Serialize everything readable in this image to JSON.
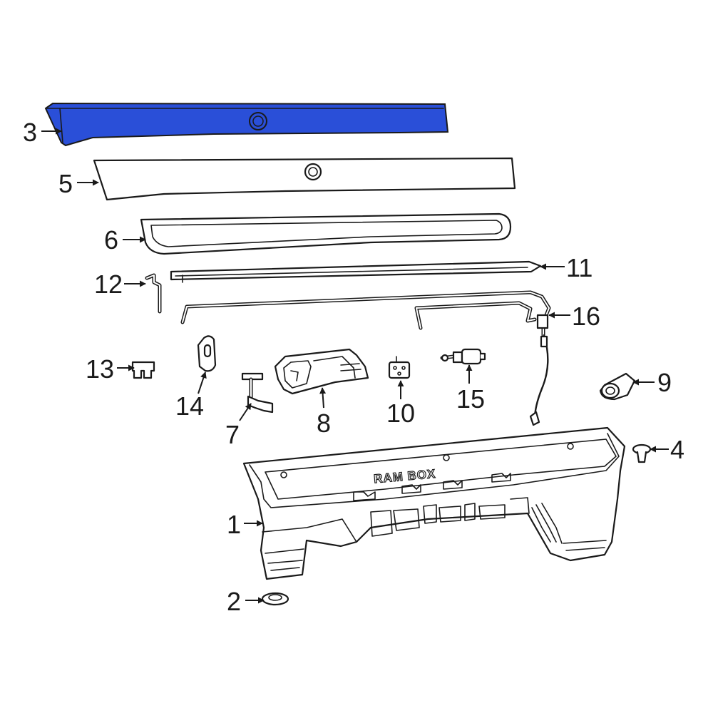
{
  "diagram": {
    "highlight_color": "#2a4fd8",
    "line_color": "#1a1a1a",
    "background": "#ffffff",
    "embossed_text": "RAM BOX",
    "callouts": [
      {
        "id": "3",
        "label": "3",
        "part": "highlighted-top-panel"
      },
      {
        "id": "5",
        "label": "5",
        "part": "panel"
      },
      {
        "id": "6",
        "label": "6",
        "part": "seal"
      },
      {
        "id": "11",
        "label": "11",
        "part": "rod"
      },
      {
        "id": "12",
        "label": "12",
        "part": "bracket"
      },
      {
        "id": "16",
        "label": "16",
        "part": "cable-assembly"
      },
      {
        "id": "13",
        "label": "13",
        "part": "clip"
      },
      {
        "id": "14",
        "label": "14",
        "part": "striker"
      },
      {
        "id": "7",
        "label": "7",
        "part": "switch"
      },
      {
        "id": "8",
        "label": "8",
        "part": "latch-housing"
      },
      {
        "id": "10",
        "label": "10",
        "part": "bracket-plate"
      },
      {
        "id": "15",
        "label": "15",
        "part": "lock-cylinder"
      },
      {
        "id": "9",
        "label": "9",
        "part": "lock-bezel"
      },
      {
        "id": "4",
        "label": "4",
        "part": "push-pin"
      },
      {
        "id": "1",
        "label": "1",
        "part": "bin-box"
      },
      {
        "id": "2",
        "label": "2",
        "part": "grommet"
      }
    ]
  }
}
